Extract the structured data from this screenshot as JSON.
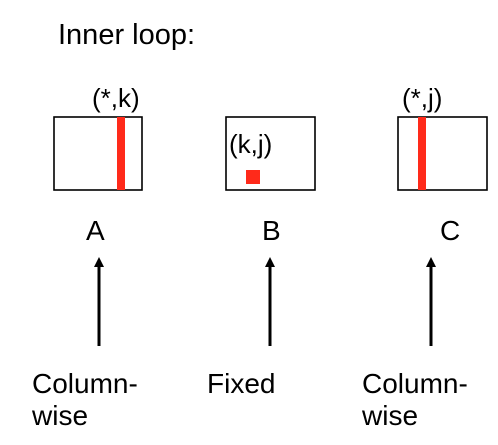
{
  "title": "Inner loop:",
  "colors": {
    "stroke": "#000000",
    "highlight": "#ff2a1a",
    "background": "#ffffff"
  },
  "matrices": [
    {
      "name": "A",
      "index_label": "(*,k)",
      "highlight": "column",
      "access": [
        "Column-",
        "wise"
      ]
    },
    {
      "name": "B",
      "index_label": "(k,j)",
      "highlight": "element",
      "access": [
        "Fixed"
      ]
    },
    {
      "name": "C",
      "index_label": "(*,j)",
      "highlight": "column",
      "access": [
        "Column-",
        "wise"
      ]
    }
  ]
}
